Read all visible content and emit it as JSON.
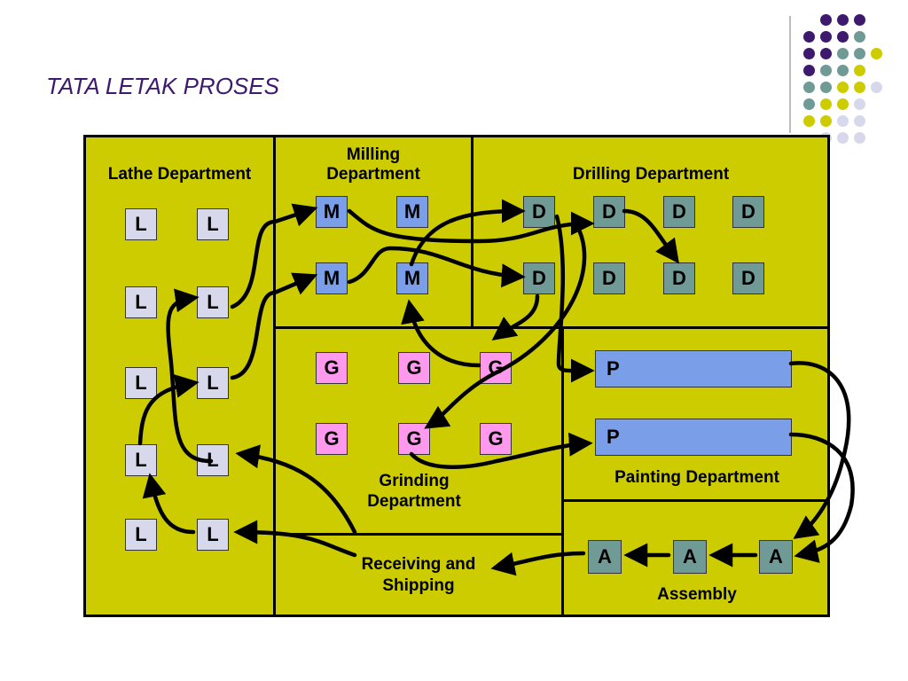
{
  "title": "TATA LETAK PROSES",
  "departments": {
    "lathe": "Lathe Department",
    "milling_1": "Milling",
    "milling_2": "Department",
    "drilling": "Drilling Department",
    "grinding_1": "Grinding",
    "grinding_2": "Department",
    "painting": "Painting Department",
    "receiving_1": "Receiving and",
    "receiving_2": "Shipping",
    "assembly": "Assembly"
  },
  "machines": {
    "lathe": [
      "L",
      "L",
      "L",
      "L",
      "L",
      "L",
      "L",
      "L",
      "L",
      "L"
    ],
    "milling": [
      "M",
      "M",
      "M",
      "M"
    ],
    "drilling": [
      "D",
      "D",
      "D",
      "D",
      "D",
      "D",
      "D",
      "D"
    ],
    "grinding": [
      "G",
      "G",
      "G",
      "G",
      "G",
      "G"
    ],
    "painting": [
      "P",
      "P"
    ],
    "assembly": [
      "A",
      "A",
      "A"
    ]
  },
  "colors": {
    "dot_purple": "#3d1a6e",
    "dot_teal": "#6f9a96",
    "dot_yellow": "#cccc00",
    "dot_lavender": "#d8d8ec"
  }
}
